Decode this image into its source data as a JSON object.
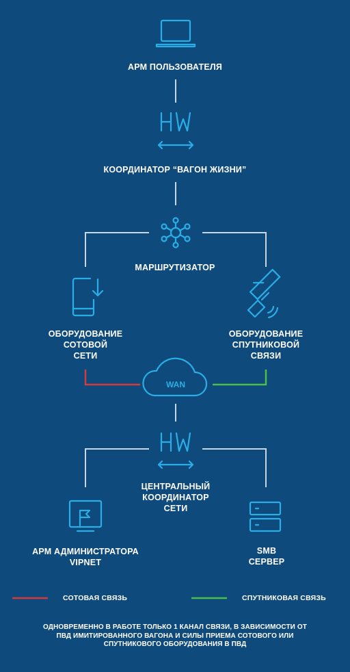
{
  "nodes": {
    "user_workstation": {
      "label": "АРМ ПОЛЬЗОВАТЕЛЯ"
    },
    "coordinator": {
      "label": "КООРДИНАТОР “ВАГОН ЖИЗНИ”",
      "badge": "HW"
    },
    "router": {
      "label": "МАРШРУТИЗАТОР"
    },
    "cellular": {
      "label_lines": [
        "ОБОРУДОВАНИЕ",
        "СОТОВОЙ",
        "СЕТИ"
      ]
    },
    "satellite": {
      "label_lines": [
        "ОБОРУДОВАНИЕ",
        "СПУТНИКОВОЙ",
        "СВЯЗИ"
      ]
    },
    "wan": {
      "label": "WAN"
    },
    "central_coordinator": {
      "label_lines": [
        "ЦЕНТРАЛЬНЫЙ",
        "КООРДИНАТОР",
        "СЕТИ"
      ],
      "badge": "HW"
    },
    "admin_workstation": {
      "label_lines": [
        "АРМ АДМИНИСТРАТОРА",
        "VIPNET"
      ]
    },
    "smb_server": {
      "label_lines": [
        "SMB",
        "СЕРВЕР"
      ]
    }
  },
  "legend": {
    "cellular": {
      "label": "СОТОВАЯ СВЯЗЬ",
      "color": "#d63a3a"
    },
    "satellite": {
      "label": "СПУТНИКОВАЯ СВЯЗЬ",
      "color": "#4cbf4a"
    }
  },
  "note_lines": [
    "ОДНОВРЕМЕННО В РАБОТЕ ТОЛЬКО 1 КАНАЛ СВЯЗИ, В ЗАВИСИМОСТИ ОТ",
    "ПВД ИМИТИРОВАННОГО ВАГОНА И СИЛЫ ПРИЕМА СОТОВОГО ИЛИ",
    "СПУТНИКОВОГО ОБОРУДОВАНИЯ В ПВД"
  ],
  "colors": {
    "background": "#0f4a7d",
    "icon": "#29aee6",
    "line": "#c9d6e3",
    "text": "#ffffff"
  }
}
